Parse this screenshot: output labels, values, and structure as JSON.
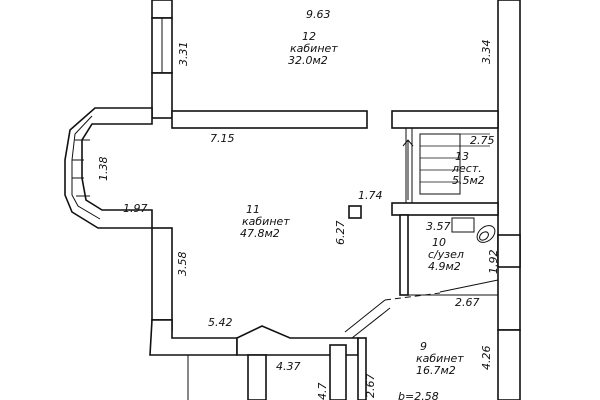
{
  "rooms": [
    {
      "number": "12",
      "name": "кабинет",
      "area": "32.0м2"
    },
    {
      "number": "11",
      "name": "кабинет",
      "area": "47.8м2"
    },
    {
      "number": "13",
      "name": "лест.",
      "area": "5.5м2"
    },
    {
      "number": "10",
      "name": "с/узел",
      "area": "4.9м2"
    },
    {
      "number": "9",
      "name": "кабинет",
      "area": "16.7м2"
    }
  ],
  "dimensions": {
    "top_width": "9.63",
    "left_upper": "3.31",
    "right_upper": "3.34",
    "partition_width": "7.15",
    "stair_width": "2.75",
    "bay_height": "1.38",
    "bay_offset": "1.97",
    "column": "1.74",
    "room_11_height": "6.27",
    "wc_width": "3.57",
    "left_lower": "3.58",
    "bottom_left": "5.42",
    "wc_height": "1.92",
    "room_9_width": "2.67",
    "bottom_mid": "4.37",
    "corridor_a": "4.7",
    "corridor_b": "2.67",
    "room_9_height": "4.26",
    "bottom_right": "b=2.58"
  }
}
